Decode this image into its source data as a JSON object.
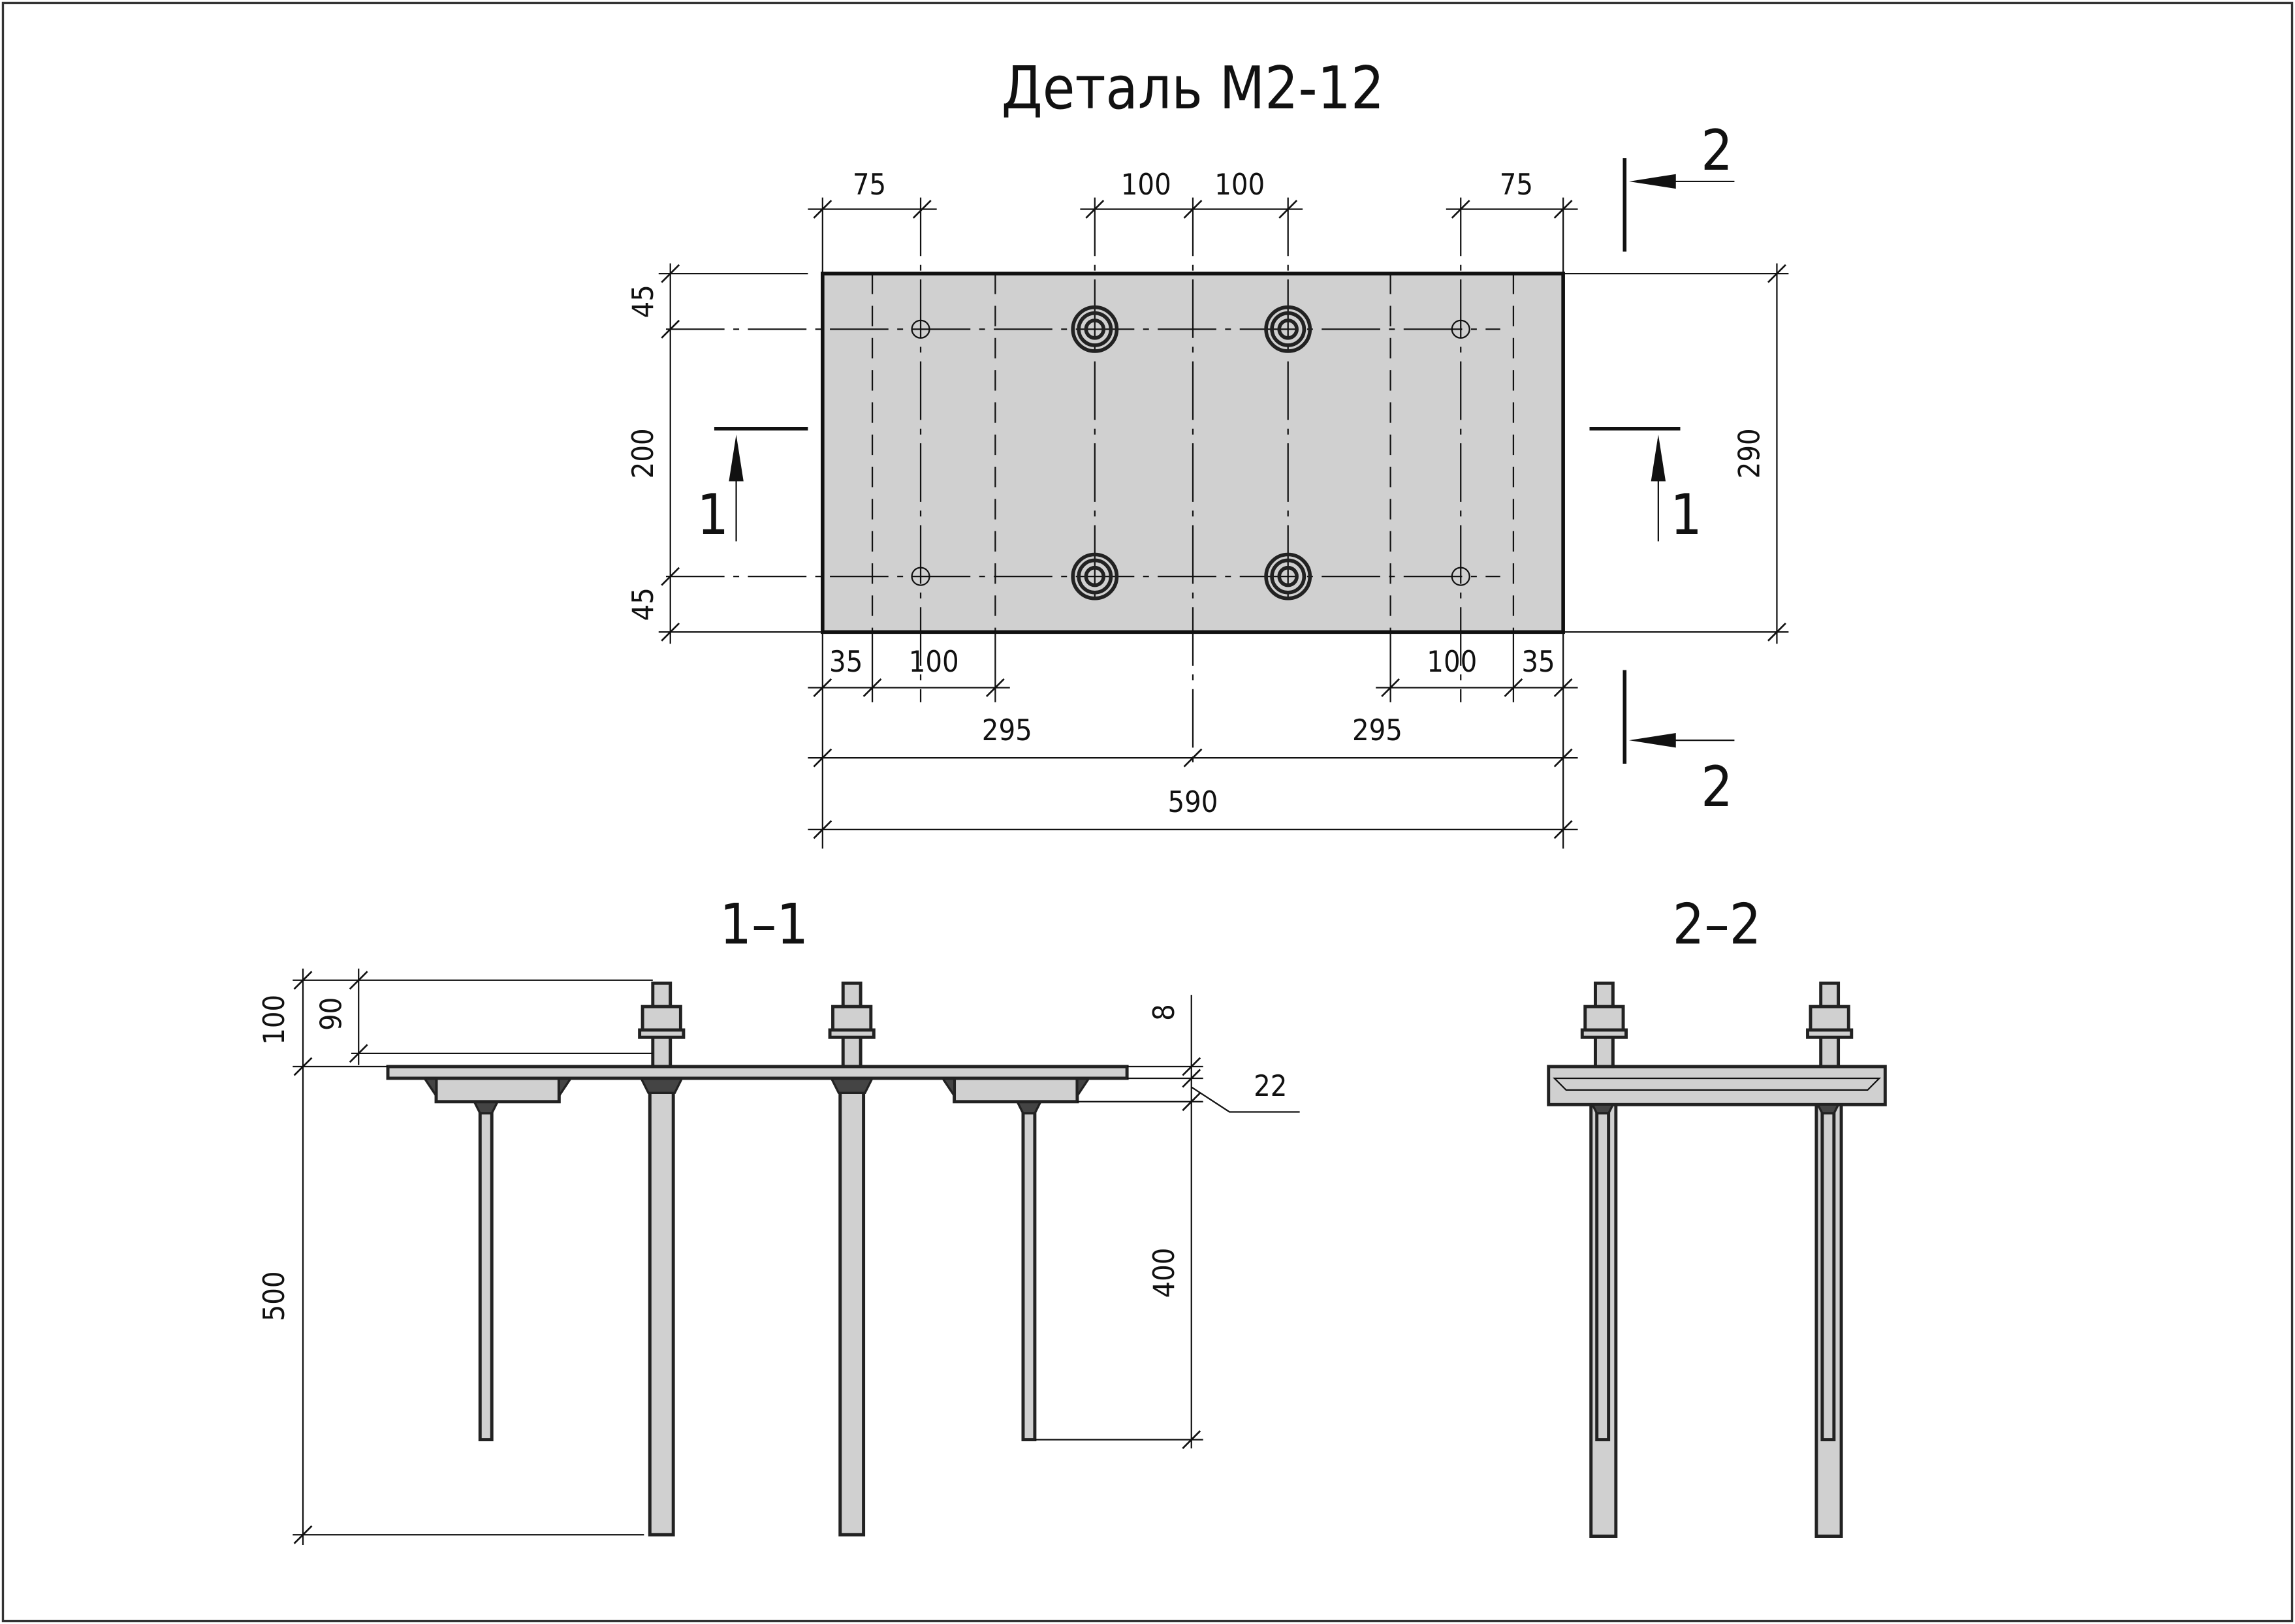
{
  "title": "Деталь М2-12",
  "plan": {
    "dims_top": [
      "75",
      "100",
      "100",
      "75"
    ],
    "dims_left": [
      "45",
      "200",
      "45"
    ],
    "dims_right": "290",
    "dims_bottom_row1": [
      "35",
      "100",
      "100",
      "35"
    ],
    "dims_bottom_row2": [
      "295",
      "295"
    ],
    "dims_bottom_total": "590",
    "section_1_label": "1",
    "section_2_label": "2"
  },
  "section_1_1": {
    "title": "1–1",
    "dims_left": [
      "100",
      "90",
      "500"
    ],
    "dims_right": [
      "8",
      "22",
      "400"
    ]
  },
  "section_2_2": {
    "title": "2–2"
  },
  "colors": {
    "steel": "#d0d0d0",
    "line": "#111111"
  }
}
